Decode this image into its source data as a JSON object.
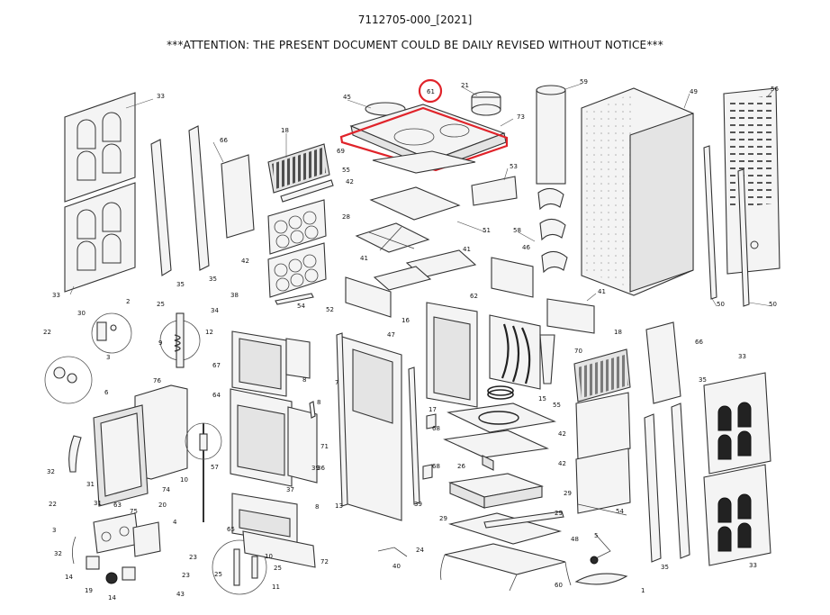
{
  "header": {
    "doc_code": "7112705-000_[2021]",
    "notice": "***ATTENTION: THE PRESENT DOCUMENT COULD BE DAILY REVISED WITHOUT NOTICE***"
  },
  "highlight": {
    "part_number": "61",
    "color": "#e0232a"
  },
  "part_labels": [
    "1",
    "2",
    "3",
    "4",
    "5",
    "6",
    "7",
    "8",
    "9",
    "10",
    "11",
    "12",
    "13",
    "14",
    "15",
    "16",
    "17",
    "18",
    "19",
    "20",
    "21",
    "22",
    "23",
    "24",
    "25",
    "26",
    "28",
    "29",
    "30",
    "31",
    "32",
    "33",
    "34",
    "35",
    "36",
    "37",
    "38",
    "39",
    "40",
    "41",
    "42",
    "43",
    "45",
    "46",
    "47",
    "48",
    "49",
    "50",
    "51",
    "52",
    "53",
    "54",
    "55",
    "56",
    "57",
    "58",
    "59",
    "60",
    "61",
    "62",
    "63",
    "64",
    "65",
    "66",
    "67",
    "68",
    "69",
    "70",
    "71",
    "72",
    "73",
    "74",
    "75",
    "76"
  ]
}
